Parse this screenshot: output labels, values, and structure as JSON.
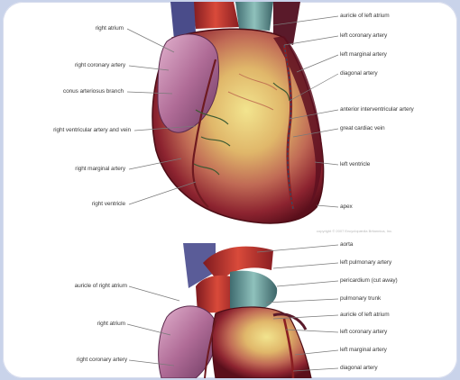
{
  "figure": {
    "left_labels_top": [
      "right atrium",
      "right coronary artery",
      "conus arteriosus branch",
      "right ventricular artery and vein",
      "right marginal artery",
      "right ventricle"
    ],
    "right_labels_top": [
      "auricle of left atrium",
      "left coronary artery",
      "left marginal artery",
      "diagonal artery",
      "anterior interventricular artery",
      "great cardiac vein",
      "left ventricle",
      "apex"
    ],
    "left_labels_bottom": [
      "auricle of right atrium",
      "right atrium",
      "right coronary artery"
    ],
    "right_labels_bottom": [
      "aorta",
      "left pulmonary artery",
      "pericardium (cut away)",
      "pulmonary trunk",
      "auricle of left atrium",
      "left coronary artery",
      "left marginal artery",
      "diagonal artery"
    ],
    "credit": "copyright © 2007 Encyclopædia Britannica, Inc."
  },
  "colors": {
    "background": "#c9d3ea",
    "panel": "#ffffff",
    "muscle_dark": "#6b1620",
    "muscle_mid": "#a63a3c",
    "fat_yellow": "#e9d77a",
    "atrium_purple": "#b36f9a",
    "aorta_red": "#c8332a",
    "pulmonary_teal": "#6aa0a0"
  }
}
